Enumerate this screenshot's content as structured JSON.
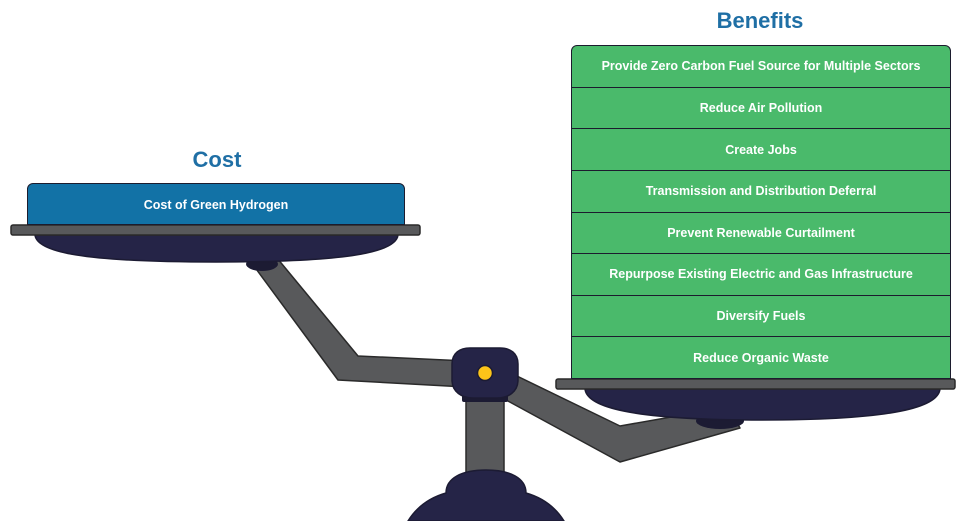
{
  "cost": {
    "heading": "Cost",
    "items": [
      "Cost of Green Hydrogen"
    ]
  },
  "benefits": {
    "heading": "Benefits",
    "items": [
      "Provide Zero Carbon Fuel Source for Multiple Sectors",
      "Reduce Air Pollution",
      "Create Jobs",
      "Transmission and Distribution Deferral",
      "Prevent Renewable Curtailment",
      "Repurpose Existing Electric and Gas Infrastructure",
      "Diversify Fuels",
      "Reduce Organic Waste"
    ]
  },
  "colors": {
    "heading": "#1f6fa5",
    "cost_block": "#1272a6",
    "benefit_block": "#4aba6b",
    "pan": "#252447",
    "beam": "#58595b",
    "pivot": "#fcc419"
  }
}
